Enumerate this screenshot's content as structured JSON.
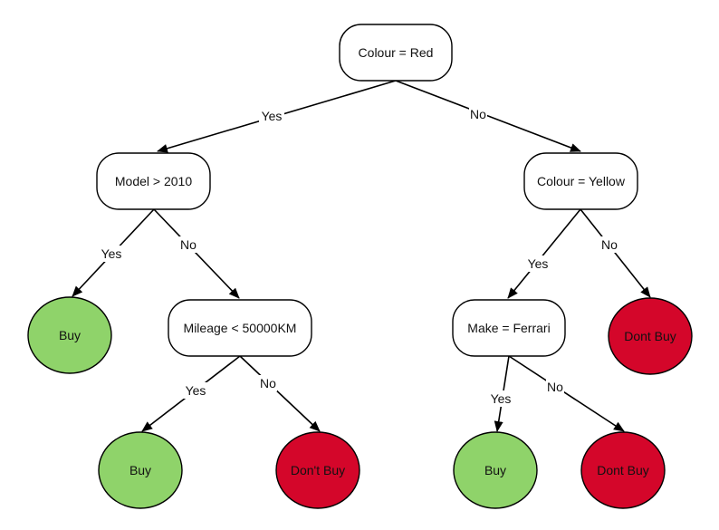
{
  "colors": {
    "decision_fill": "#ffffff",
    "buy_fill": "#8fd36a",
    "dont_buy_fill": "#d4062a",
    "stroke": "#000000",
    "text": "#111111"
  },
  "nodes": [
    {
      "id": "root",
      "kind": "decision",
      "label": "Colour = Red"
    },
    {
      "id": "model",
      "kind": "decision",
      "label": "Model > 2010"
    },
    {
      "id": "yellow",
      "kind": "decision",
      "label": "Colour = Yellow"
    },
    {
      "id": "buy1",
      "kind": "buy",
      "label": "Buy"
    },
    {
      "id": "mileage",
      "kind": "decision",
      "label": "Mileage < 50000KM"
    },
    {
      "id": "make",
      "kind": "decision",
      "label": "Make = Ferrari"
    },
    {
      "id": "dontbuy1",
      "kind": "dont-buy",
      "label": "Dont Buy"
    },
    {
      "id": "buy2",
      "kind": "buy",
      "label": "Buy"
    },
    {
      "id": "dontbuy2",
      "kind": "dont-buy",
      "label": "Don't Buy"
    },
    {
      "id": "buy3",
      "kind": "buy",
      "label": "Buy"
    },
    {
      "id": "dontbuy3",
      "kind": "dont-buy",
      "label": "Dont Buy"
    }
  ],
  "edges": [
    {
      "from": "root",
      "to": "model",
      "label": "Yes"
    },
    {
      "from": "root",
      "to": "yellow",
      "label": "No"
    },
    {
      "from": "model",
      "to": "buy1",
      "label": "Yes"
    },
    {
      "from": "model",
      "to": "mileage",
      "label": "No"
    },
    {
      "from": "yellow",
      "to": "make",
      "label": "Yes"
    },
    {
      "from": "yellow",
      "to": "dontbuy1",
      "label": "No"
    },
    {
      "from": "mileage",
      "to": "buy2",
      "label": "Yes"
    },
    {
      "from": "mileage",
      "to": "dontbuy2",
      "label": "No"
    },
    {
      "from": "make",
      "to": "buy3",
      "label": "Yes"
    },
    {
      "from": "make",
      "to": "dontbuy3",
      "label": "No"
    }
  ]
}
